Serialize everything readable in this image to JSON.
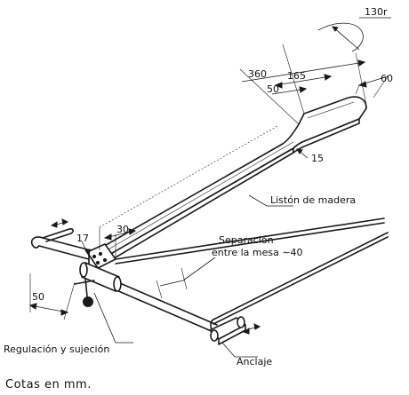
{
  "dimensions": {
    "radius": "130r",
    "length_360": "360",
    "length_165": "165",
    "width_60": "60",
    "length_50_top": "50",
    "thickness_15": "15",
    "length_30": "30",
    "spacing_17": "17",
    "length_50_left": "50"
  },
  "labels": {
    "wood_strip": "Listón de madera",
    "separation_line1": "Separación",
    "separation_line2": "entre la mesa ∼40",
    "regulation": "Regulación y sujeción",
    "anchor": "Anclaje"
  },
  "caption": "Cotas en mm."
}
